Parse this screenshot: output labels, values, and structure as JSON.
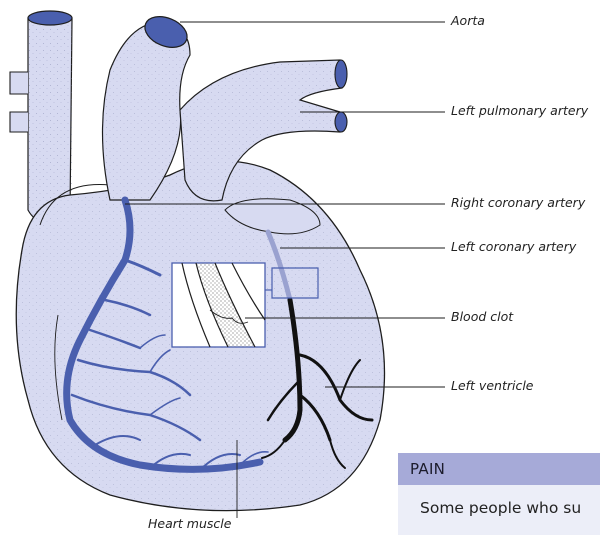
{
  "colors": {
    "heart_fill": "#d7daf1",
    "outline": "#1e1e1e",
    "coronary_artery": "#4a5fae",
    "vessel_opening": "#4a5fae",
    "clot_artery": "#111111",
    "pain_header": "#a6aad8",
    "pain_body": "#eceef8"
  },
  "labels": {
    "aorta": "Aorta",
    "left_pulmonary_artery": "Left pulmonary artery",
    "right_coronary_artery": "Right coronary artery",
    "left_coronary_artery": "Left coronary artery",
    "blood_clot": "Blood clot",
    "left_ventricle": "Left ventricle",
    "heart_muscle": "Heart muscle"
  },
  "pain_box": {
    "title": "PAIN",
    "body_text": "Some people who su"
  }
}
